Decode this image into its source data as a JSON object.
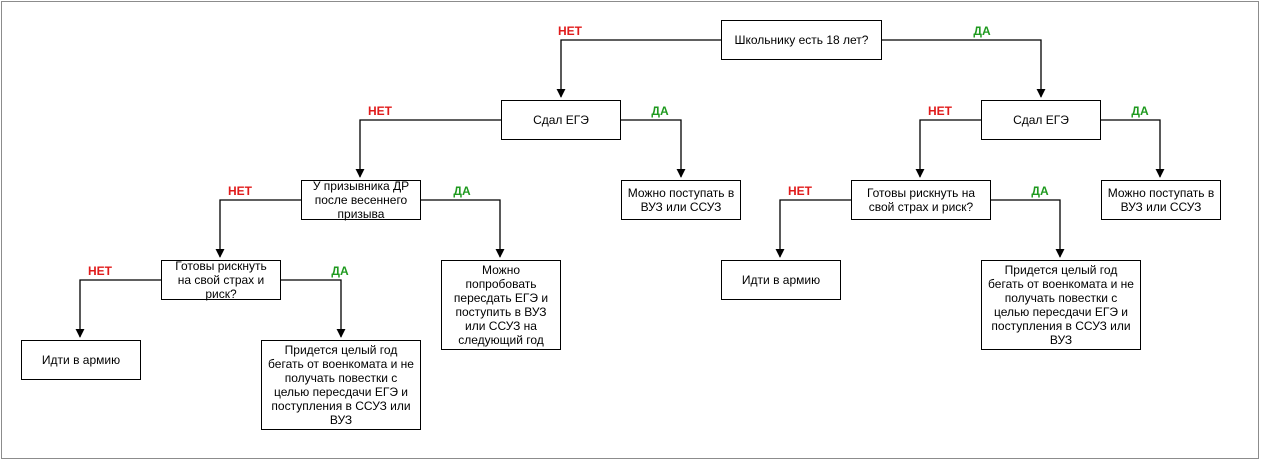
{
  "colors": {
    "no": "#e01b1b",
    "yes": "#1f9a1f",
    "line": "#000000"
  },
  "nodes": {
    "root": "Школьнику есть 18 лет?",
    "exam_a": "Сдал ЕГЭ",
    "exam_b": "Сдал ЕГЭ",
    "birthday": "У призывника ДР\nпосле весеннего\nпризыва",
    "risk_a": "Готовы рискнуть\nна свой страх и\nриск?",
    "risk_b": "Готовы рискнуть на\nсвой страх и риск?",
    "admit_a": "Можно поступать в\nВУЗ или ССУЗ",
    "admit_b": "Можно поступать в\nВУЗ или ССУЗ",
    "retake": "Можно\nпопробовать\nпересдать ЕГЭ и\nпоступить в ВУЗ\nили ССУЗ  на\nследующий год",
    "army_a": "Идти в армию",
    "army_b": "Идти в армию",
    "dodge_a": "Придется целый год\nбегать от военкомата и не\nполучать повестки с\nцелью пересдачи ЕГЭ и\nпоступления в ССУЗ или\nВУЗ",
    "dodge_b": "Придется целый год\nбегать от военкомата и не\nполучать повестки с\nцелью пересдачи ЕГЭ и\nпоступления в ССУЗ или\nВУЗ"
  },
  "edge_labels": {
    "root_no": "НЕТ",
    "root_yes": "ДА",
    "exam_a_no": "НЕТ",
    "exam_a_yes": "ДА",
    "exam_b_no": "НЕТ",
    "exam_b_yes": "ДА",
    "birthday_no": "НЕТ",
    "birthday_yes": "ДА",
    "risk_a_no": "НЕТ",
    "risk_a_yes": "ДА",
    "risk_b_no": "НЕТ",
    "risk_b_yes": "ДА"
  }
}
